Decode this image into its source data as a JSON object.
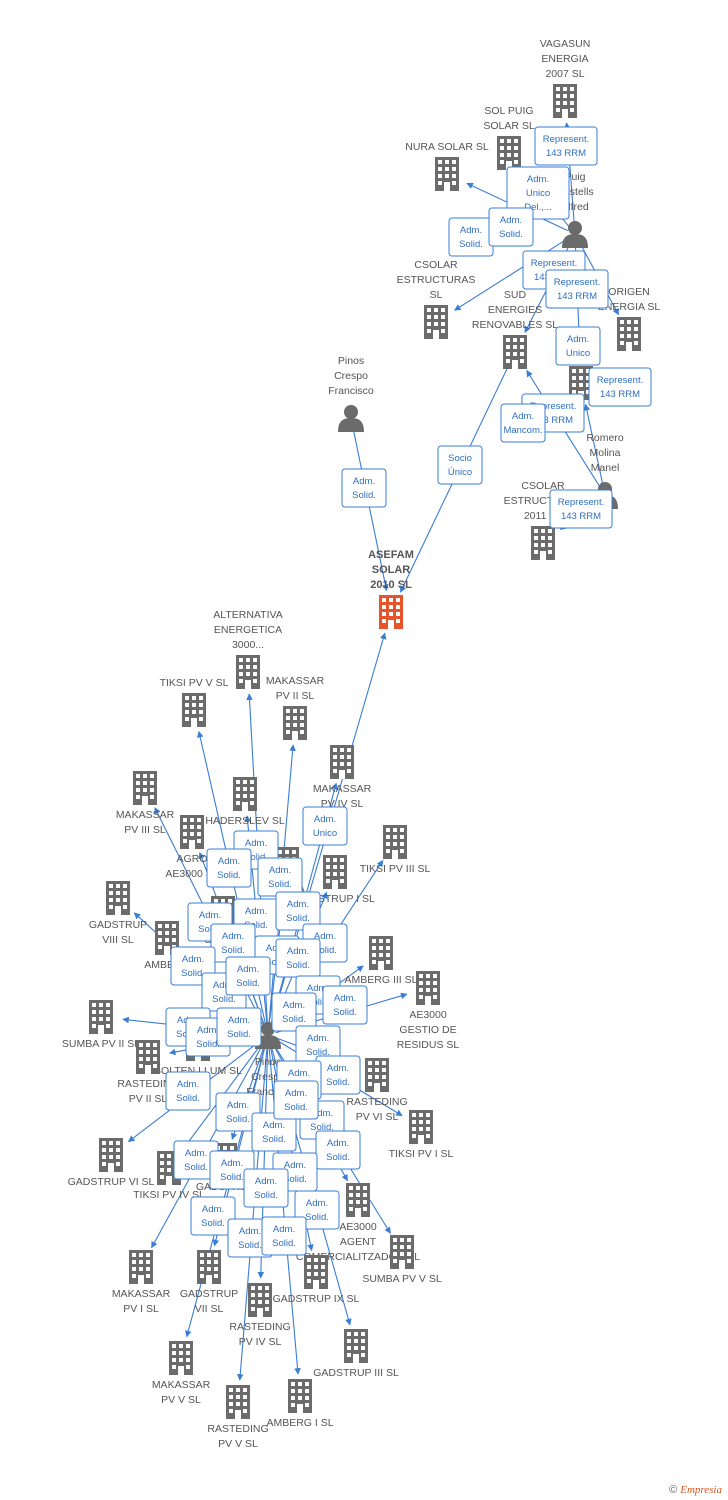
{
  "colors": {
    "edge": "#3a7dd4",
    "company": "#6b6b6b",
    "central": "#e8542a",
    "person": "#6b6b6b"
  },
  "nodes": [
    {
      "id": "asefam",
      "kind": "company",
      "central": true,
      "label": [
        "ASEFAM",
        "SOLAR",
        "2010 SL"
      ]
    },
    {
      "id": "pinos_top",
      "kind": "person",
      "label": [
        "Pinos",
        "Crespo",
        "Francisco"
      ]
    },
    {
      "id": "vagasun",
      "kind": "company",
      "label": [
        "VAGASUN",
        "ENERGIA",
        "2007 SL"
      ]
    },
    {
      "id": "solpuig",
      "kind": "company",
      "label": [
        "SOL PUIG",
        "SOLAR SL"
      ]
    },
    {
      "id": "nura",
      "kind": "company",
      "label": [
        "NURA SOLAR SL"
      ]
    },
    {
      "id": "puig",
      "kind": "person",
      "label": [
        "Puig",
        "Castells",
        "Alfred"
      ]
    },
    {
      "id": "csolar_est",
      "kind": "company",
      "label": [
        "CSOLAR",
        "ESTRUCTURAS",
        "SL"
      ]
    },
    {
      "id": "sud",
      "kind": "company",
      "label": [
        "SUD",
        "ENERGIES",
        "RENOVABLES SL"
      ]
    },
    {
      "id": "origen",
      "kind": "company",
      "label": [
        "ORIGEN",
        "ENERGIA SL"
      ]
    },
    {
      "id": "ae3000s",
      "kind": "company",
      "label": [
        "AE3000",
        "SL"
      ]
    },
    {
      "id": "romero",
      "kind": "person",
      "label": [
        "Romero",
        "Molina",
        "Manel"
      ]
    },
    {
      "id": "csolar_2011",
      "kind": "company",
      "label": [
        "CSOLAR",
        "ESTRUCTURAS",
        "2011 SL"
      ]
    },
    {
      "id": "p2",
      "kind": "person",
      "label": [
        "Pinos",
        "Crespo",
        "Francesc"
      ]
    },
    {
      "id": "alternativa",
      "kind": "company",
      "label": [
        "ALTERNATIVA",
        "ENERGETICA",
        "3000..."
      ]
    },
    {
      "id": "tiksi5",
      "kind": "company",
      "label": [
        "TIKSI PV V SL"
      ]
    },
    {
      "id": "mak2",
      "kind": "company",
      "label": [
        "MAKASSAR",
        "PV II SL"
      ]
    },
    {
      "id": "mak4",
      "kind": "company",
      "label": [
        "MAKASSAR",
        "PV IV SL"
      ]
    },
    {
      "id": "mak3",
      "kind": "company",
      "label": [
        "MAKASSAR",
        "PV III SL"
      ]
    },
    {
      "id": "haders",
      "kind": "company",
      "label": [
        "HADERSLEV SL"
      ]
    },
    {
      "id": "agro",
      "kind": "company",
      "label": [
        "AGRO",
        "AE3000 SL"
      ]
    },
    {
      "id": "sumba3",
      "kind": "company",
      "label": [
        "SUMBA"
      ]
    },
    {
      "id": "gad1",
      "kind": "company",
      "label": [
        "GADSTRUP I SL"
      ]
    },
    {
      "id": "tiksi3",
      "kind": "company",
      "label": [
        "TIKSI PV III SL"
      ]
    },
    {
      "id": "gad8",
      "kind": "company",
      "label": [
        "GADSTRUP",
        "VIII SL"
      ]
    },
    {
      "id": "sumba4",
      "kind": "company",
      "label": [
        "SUMBA"
      ]
    },
    {
      "id": "amberg2",
      "kind": "company",
      "label": [
        "AMBERG"
      ]
    },
    {
      "id": "amberg3",
      "kind": "company",
      "label": [
        "AMBERG III SL"
      ]
    },
    {
      "id": "gestio",
      "kind": "company",
      "label": [
        "AE3000",
        "GESTIO DE",
        "RESIDUS SL"
      ]
    },
    {
      "id": "sumba2",
      "kind": "company",
      "label": [
        "SUMBA PV II SL"
      ]
    },
    {
      "id": "solten",
      "kind": "company",
      "label": [
        "SOLTEN LLUM SL"
      ]
    },
    {
      "id": "rast2",
      "kind": "company",
      "label": [
        "RASTEDING",
        "PV II SL"
      ]
    },
    {
      "id": "rast6",
      "kind": "company",
      "label": [
        "RASTEDING",
        "PV VI SL"
      ]
    },
    {
      "id": "tiksi1",
      "kind": "company",
      "label": [
        "TIKSI PV I SL"
      ]
    },
    {
      "id": "gad6",
      "kind": "company",
      "label": [
        "GADSTRUP VI SL"
      ]
    },
    {
      "id": "tiksi4",
      "kind": "company",
      "label": [
        "TIKSI PV IV SL"
      ]
    },
    {
      "id": "gad5",
      "kind": "company",
      "label": [
        "GADSTRUP"
      ]
    },
    {
      "id": "agent",
      "kind": "company",
      "label": [
        "AE3000",
        "AGENT",
        "COMERCIALITZADOR SL"
      ]
    },
    {
      "id": "sumba5",
      "kind": "company",
      "label": [
        "SUMBA PV V SL"
      ]
    },
    {
      "id": "mak1",
      "kind": "company",
      "label": [
        "MAKASSAR",
        "PV I SL"
      ]
    },
    {
      "id": "gad7",
      "kind": "company",
      "label": [
        "GADSTRUP",
        "VII SL"
      ]
    },
    {
      "id": "gad9",
      "kind": "company",
      "label": [
        "GADSTRUP IX SL"
      ]
    },
    {
      "id": "rast4",
      "kind": "company",
      "label": [
        "RASTEDING",
        "PV IV SL"
      ]
    },
    {
      "id": "gad3",
      "kind": "company",
      "label": [
        "GADSTRUP III SL"
      ]
    },
    {
      "id": "mak5",
      "kind": "company",
      "label": [
        "MAKASSAR",
        "PV V SL"
      ]
    },
    {
      "id": "amberg1",
      "kind": "company",
      "label": [
        "AMBERG I SL"
      ]
    },
    {
      "id": "rast5",
      "kind": "company",
      "label": [
        "RASTEDING",
        "PV V SL"
      ]
    }
  ],
  "relations": [
    {
      "id": "r1",
      "text": [
        "Represent.",
        "143 RRM"
      ]
    },
    {
      "id": "r2",
      "text": [
        "Adm.",
        "Unico",
        "Del.,..."
      ]
    },
    {
      "id": "r3",
      "text": [
        "Adm.",
        "Solid."
      ]
    },
    {
      "id": "r4",
      "text": [
        "Adm.",
        "Solid."
      ]
    },
    {
      "id": "r5",
      "text": [
        "Represent.",
        "143 RRM"
      ]
    },
    {
      "id": "r6",
      "text": [
        "Represent.",
        "143 RRM"
      ]
    },
    {
      "id": "r7",
      "text": [
        "Adm.",
        "Unico"
      ]
    },
    {
      "id": "r8",
      "text": [
        "Represent.",
        "143 RRM"
      ]
    },
    {
      "id": "r9",
      "text": [
        "Represent.",
        "143 RRM"
      ]
    },
    {
      "id": "r10",
      "text": [
        "Adm.",
        "Mancom."
      ]
    },
    {
      "id": "r11",
      "text": [
        "Represent.",
        "143 RRM"
      ]
    },
    {
      "id": "r12",
      "text": [
        "Adm.",
        "Solid."
      ]
    },
    {
      "id": "r13",
      "text": [
        "Socio",
        "Único"
      ]
    },
    {
      "id": "r14",
      "text": [
        "Adm.",
        "Unico"
      ]
    },
    {
      "id": "r15",
      "text": [
        "Adm.",
        "Solid."
      ]
    },
    {
      "id": "r16",
      "text": [
        "Adm.",
        "Solid."
      ]
    },
    {
      "id": "r17",
      "text": [
        "Adm.",
        "Solid."
      ]
    },
    {
      "id": "r18",
      "text": [
        "Adm.",
        "Solid."
      ]
    },
    {
      "id": "r19",
      "text": [
        "Adm.",
        "Solid."
      ]
    },
    {
      "id": "r20",
      "text": [
        "Adm.",
        "Solid."
      ]
    },
    {
      "id": "r21",
      "text": [
        "Adm.",
        "Solid."
      ]
    },
    {
      "id": "r22",
      "text": [
        "Adm.",
        "Solid."
      ]
    },
    {
      "id": "r23",
      "text": [
        "Adm.",
        "Solid."
      ]
    },
    {
      "id": "r24",
      "text": [
        "Adm.",
        "Solid."
      ]
    },
    {
      "id": "r25",
      "text": [
        "Adm.",
        "Solid."
      ]
    },
    {
      "id": "r26",
      "text": [
        "Adm.",
        "Solid."
      ]
    },
    {
      "id": "r27",
      "text": [
        "Adm.",
        "Solid."
      ]
    },
    {
      "id": "r28",
      "text": [
        "Adm.",
        "Solid."
      ]
    },
    {
      "id": "r29",
      "text": [
        "Adm.",
        "Solid."
      ]
    },
    {
      "id": "r30",
      "text": [
        "Adm.",
        "Solid."
      ]
    },
    {
      "id": "r31",
      "text": [
        "Adm.",
        "Solid."
      ]
    },
    {
      "id": "r32",
      "text": [
        "Adm.",
        "Solid."
      ]
    },
    {
      "id": "r33",
      "text": [
        "Adm.",
        "Solid."
      ]
    },
    {
      "id": "r34",
      "text": [
        "Adm.",
        "Solid."
      ]
    },
    {
      "id": "r35",
      "text": [
        "Adm.",
        "Solid."
      ]
    },
    {
      "id": "r36",
      "text": [
        "Adm.",
        "Solid."
      ]
    },
    {
      "id": "r37",
      "text": [
        "Adm.",
        "Solid."
      ]
    },
    {
      "id": "r38",
      "text": [
        "Adm.",
        "Solid."
      ]
    },
    {
      "id": "r39",
      "text": [
        "Adm.",
        "Solid."
      ]
    },
    {
      "id": "r40",
      "text": [
        "Adm.",
        "Solid."
      ]
    },
    {
      "id": "r41",
      "text": [
        "Adm.",
        "Solid."
      ]
    },
    {
      "id": "r42",
      "text": [
        "Adm.",
        "Solid."
      ]
    },
    {
      "id": "r43",
      "text": [
        "Adm.",
        "Solid."
      ]
    },
    {
      "id": "r44",
      "text": [
        "Adm.",
        "Solid."
      ]
    },
    {
      "id": "r45",
      "text": [
        "Adm.",
        "Solid."
      ]
    },
    {
      "id": "r46",
      "text": [
        "Adm.",
        "Solid."
      ]
    },
    {
      "id": "r47",
      "text": [
        "Adm.",
        "Solid."
      ]
    },
    {
      "id": "r48",
      "text": [
        "Adm.",
        "Solid."
      ]
    },
    {
      "id": "r49",
      "text": [
        "Adm.",
        "Solid."
      ]
    },
    {
      "id": "r50",
      "text": [
        "Adm.",
        "Solid."
      ]
    }
  ],
  "edges": [
    [
      "pinos_top",
      "asefam"
    ],
    [
      "sud",
      "asefam"
    ],
    [
      "puig",
      "vagasun"
    ],
    [
      "puig",
      "solpuig"
    ],
    [
      "puig",
      "nura"
    ],
    [
      "puig",
      "csolar_est"
    ],
    [
      "puig",
      "sud"
    ],
    [
      "puig",
      "origen"
    ],
    [
      "puig",
      "ae3000s"
    ],
    [
      "romero",
      "sud"
    ],
    [
      "romero",
      "csolar_2011"
    ],
    [
      "romero",
      "ae3000s"
    ],
    [
      "p2",
      "asefam"
    ],
    [
      "p2",
      "alternativa"
    ],
    [
      "p2",
      "tiksi5"
    ],
    [
      "p2",
      "mak2"
    ],
    [
      "p2",
      "mak4"
    ],
    [
      "p2",
      "mak3"
    ],
    [
      "p2",
      "haders"
    ],
    [
      "p2",
      "agro"
    ],
    [
      "p2",
      "sumba3"
    ],
    [
      "p2",
      "gad1"
    ],
    [
      "p2",
      "tiksi3"
    ],
    [
      "p2",
      "gad8"
    ],
    [
      "p2",
      "sumba4"
    ],
    [
      "p2",
      "amberg2"
    ],
    [
      "p2",
      "amberg3"
    ],
    [
      "p2",
      "gestio"
    ],
    [
      "p2",
      "sumba2"
    ],
    [
      "p2",
      "solten"
    ],
    [
      "p2",
      "rast2"
    ],
    [
      "p2",
      "rast6"
    ],
    [
      "p2",
      "tiksi1"
    ],
    [
      "p2",
      "gad6"
    ],
    [
      "p2",
      "tiksi4"
    ],
    [
      "p2",
      "gad5"
    ],
    [
      "p2",
      "agent"
    ],
    [
      "p2",
      "sumba5"
    ],
    [
      "p2",
      "mak1"
    ],
    [
      "p2",
      "gad7"
    ],
    [
      "p2",
      "gad9"
    ],
    [
      "p2",
      "rast4"
    ],
    [
      "p2",
      "gad3"
    ],
    [
      "p2",
      "mak5"
    ],
    [
      "p2",
      "amberg1"
    ],
    [
      "p2",
      "rast5"
    ]
  ],
  "footer": {
    "copyright": "©",
    "brand": "Empresia"
  }
}
